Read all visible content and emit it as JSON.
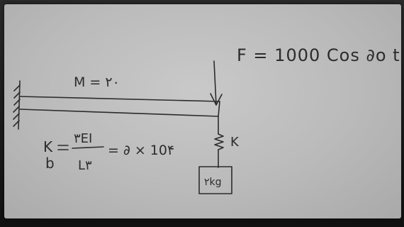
{
  "labels": {
    "mass": "M = ۲۰",
    "force": "F = 1000 Cos ∂o t",
    "spring_k": "K",
    "stiffness_lhs_top": "K",
    "stiffness_lhs_bottom": "b",
    "stiffness_num": "۳EI",
    "stiffness_den": "L۳",
    "stiffness_rhs": "= ∂ × 10۴",
    "block_mass": "۲kg"
  },
  "colors": {
    "ink": "#2c2c2c",
    "paper": "#c2c2c2"
  }
}
